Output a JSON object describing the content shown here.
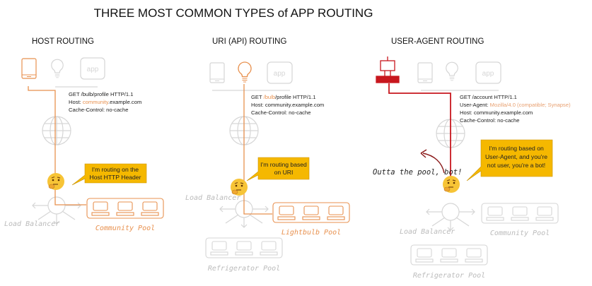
{
  "title": "THREE MOST COMMON TYPES of APP ROUTING",
  "colors": {
    "orange": "#e8914f",
    "red": "#c8171e",
    "bubble": "#f5b800",
    "gray": "#d6d6d6"
  },
  "icons": [
    "phone-icon",
    "lightbulb-icon",
    "app-icon",
    "globe-icon",
    "thinking-emoji-icon",
    "load-balancer-icon",
    "server-pool-icon",
    "bot-icon"
  ],
  "panels": [
    {
      "heading": "HOST ROUTING",
      "request": [
        "GET /bulb/profile HTTP/1.1",
        "Host: ",
        "community",
        ".example.com",
        "Cache-Control: no-cache"
      ],
      "bubble": [
        "I'm routing on the",
        "Host HTTP Header"
      ],
      "load_balancer": "Load Balancer",
      "pools": [
        "Community Pool"
      ],
      "app_label": "app"
    },
    {
      "heading": "URI (API) ROUTING",
      "request": [
        "GET ",
        "/bulb",
        "/profile HTTP/1.1",
        "Host: community.example.com",
        "Cache-Control: no-cache"
      ],
      "bubble": [
        "I'm routing based",
        "on URI"
      ],
      "load_balancer": "Load Balancer",
      "pools": [
        "Lightbulb Pool",
        "Refrigerator Pool"
      ],
      "app_label": "app"
    },
    {
      "heading": "USER-AGENT ROUTING",
      "request": [
        "GET /account HTTP/1.1",
        "User-Agent: ",
        "Mozilla/4.0 (compatible; Synapse)",
        "Host: community.example.com",
        "Cache-Control: no-cache"
      ],
      "bubble": [
        "I'm routing based on",
        "User-Agent, and you're",
        "not user, you're a bot!"
      ],
      "exclaim": "Outta the pool, bot!",
      "load_balancer": "Load Balancer",
      "pools": [
        "Community Pool",
        "Refrigerator Pool"
      ],
      "app_label": "app"
    }
  ]
}
